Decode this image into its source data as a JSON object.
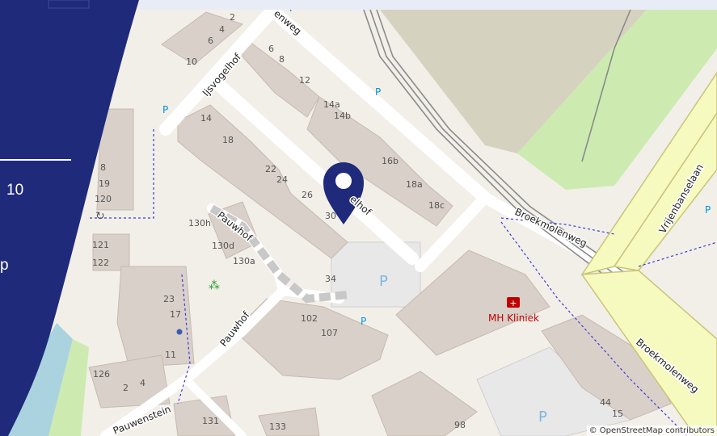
{
  "map": {
    "streets": {
      "ijsvogelhof": "Ijsvogelhof",
      "enweg": "enweg",
      "pauwhof_top": "Pauwhof",
      "pauwhof_bottom": "Pauwhof",
      "pauwenstein": "Pauwenstein",
      "broekmolenweg_top": "Broekmolenweg",
      "broekmolenweg_bottom": "Broekmolenweg",
      "vrijenbanselaan": "Vrijenbanselaan",
      "marker_street": "elhof"
    },
    "house_numbers": {
      "n2": "2",
      "n4a": "4",
      "n6": "6",
      "n10": "10",
      "n6b": "6",
      "n8": "8",
      "n12": "12",
      "n14a": "14a",
      "n14b": "14b",
      "n14": "14",
      "n18": "18",
      "n16b": "16b",
      "n18a": "18a",
      "n18c": "18c",
      "n22": "22",
      "n24": "24",
      "n26": "26",
      "n30": "30",
      "n34": "34",
      "n130h": "130h",
      "n130d": "130d",
      "n130a": "130a",
      "n23": "23",
      "n17": "17",
      "n11": "11",
      "n126": "126",
      "n2b": "2",
      "n4b": "4",
      "n131": "131",
      "n133": "133",
      "n102": "102",
      "n107": "107",
      "n98": "98",
      "n44": "44",
      "n15": "15",
      "n8l": "8",
      "n19": "19",
      "n120": "120",
      "n121": "121",
      "n122": "122"
    },
    "parking": "P",
    "poi": {
      "clinic_name": "MH Kliniek"
    },
    "attribution": "© OpenStreetMap contributors",
    "colors": {
      "background": "#f2efe9",
      "building": "#d9d0c9",
      "grass": "#cdebb0",
      "primary_road": "#f7fabf",
      "water": "#aad3df",
      "marker": "#1f2a7a",
      "panel": "#1f2a7a"
    }
  },
  "panel": {
    "text1": "10",
    "text2": "p"
  },
  "marker": {
    "icon": "map-pin-icon"
  }
}
